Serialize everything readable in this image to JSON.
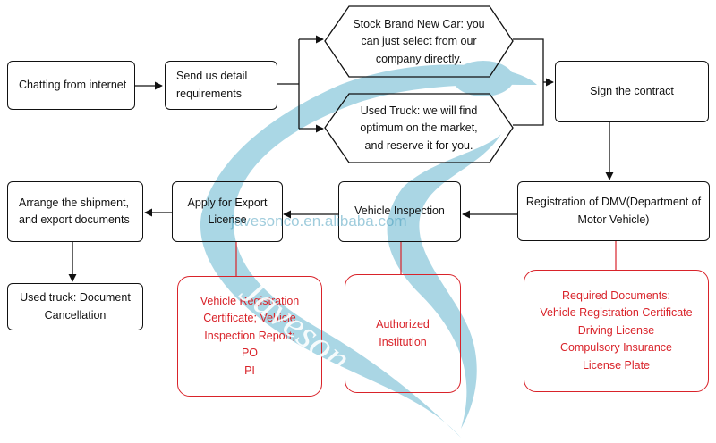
{
  "colors": {
    "line": "#111111",
    "red": "#d9232a",
    "watermark": "#8ec9dc"
  },
  "nodes": {
    "chatting": "Chatting from internet",
    "send": "Send   us   detail\nrequirements",
    "stock": "Stock Brand New Car: you\ncan just select from our\ncompany directly.",
    "used": "Used Truck: we will find\noptimum on the market,\nand reserve it for you.",
    "sign": "Sign the contract",
    "dmv": "Registration of DMV(Department of\nMotor Vehicle)",
    "inspection": "Vehicle Inspection",
    "export_license": "Apply for Export\nLicense",
    "arrange": "Arrange the shipment,\nand export documents",
    "cancellation": "Used truck: Document\nCancellation"
  },
  "notes": {
    "export_docs": "Vehicle Registration\nCertificate;    Vehicle\nInspection Report;\nPO\nPI",
    "authorized": "Authorized\nInstitution",
    "required": "Required Documents:\nVehicle Registration Certificate\nDriving License\nCompulsory Insurance\nLicense Plate"
  },
  "watermark": {
    "url": "javesonco.en.alibaba.com",
    "brand": "Javeson."
  }
}
